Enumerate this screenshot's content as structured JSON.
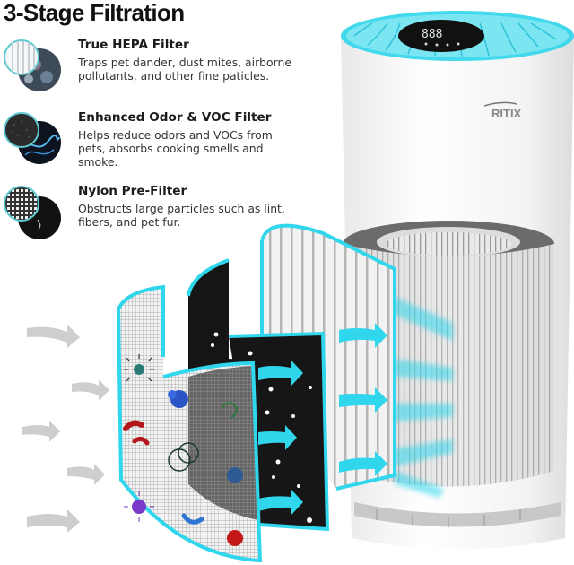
{
  "title": "3-Stage Filtration",
  "features": [
    {
      "name": "True HEPA Filter",
      "description": "Traps pet dander, dust mites, airborne pollutants, and other fine paticles.",
      "icon": "hepa-filter-icon"
    },
    {
      "name": "Enhanced Odor & VOC Filter",
      "description": "Helps reduce odors and VOCs from pets, absorbs cooking smells and smoke.",
      "icon": "carbon-filter-icon"
    },
    {
      "name": "Nylon Pre-Filter",
      "description": "Obstructs large particles such as lint, fibers, and pet fur.",
      "icon": "mesh-prefilter-icon"
    }
  ],
  "product": {
    "brand_visible": "RITIX",
    "display_digits": "888"
  },
  "colors": {
    "accent": "#2fd6ec",
    "carbon": "#151515",
    "body": "#f4f4f4"
  }
}
